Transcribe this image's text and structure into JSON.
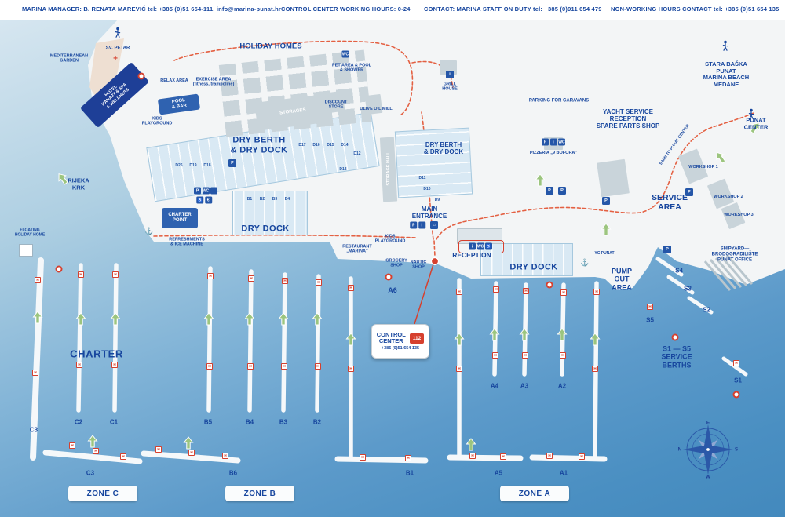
{
  "header": {
    "manager": "MARINA MANAGER: B. RENATA MAREVIĆ tel: +385 (0)51 654-111,  info@marina-punat.hr",
    "hours": "CONTROL CENTER WORKING HOURS: 0-24",
    "contact": "CONTACT: MARINA STAFF ON DUTY tel: +385 (0)911 654 479",
    "nonworking": "NON-WORKING HOURS CONTACT tel: +385 (0)51 654 135"
  },
  "map": {
    "labels": {
      "med_garden": "MEDITERRANEAN\nGARDEN",
      "sv_petar": "SV. PETAR",
      "holiday_homes": "HOLIDAY HOMES",
      "relax": "RELAX AREA",
      "exercise": "EXERCISE AREA\n(fitness, trampoline)",
      "pet_area": "PET AREA & POOL\n& SHOWER",
      "grill": "GRILL\nHOUSE",
      "hotel": "HOTEL\nKANAJT & SPA\n& WELLNESS",
      "pool_bar": "POOL\n& BAR",
      "kids1": "KIDS\nPLAYGROUND",
      "dry_berth1": "DRY BERTH\n& DRY DOCK",
      "discount": "DISCOUNT\nSTORE",
      "olive": "OLIVE OIL MILL",
      "storages": "STORAGES",
      "storage_hall": "STORAGE HALL",
      "dry_berth2": "DRY BERTH\n& DRY DOCK",
      "caravans": "PARKING FOR CARAVANS",
      "yacht_service": "YACHT SERVICE\nRECEPTION\nSPARE PARTS SHOP",
      "stara_baska": "STARA BAŠKA\nPUNAT\nMARINA BEACH\nMEDANE",
      "punat_center": "PUNAT\nCENTER",
      "pizzeria": "PIZZERIA „9 BOFORA”",
      "five_min": "5 MIN TO PUNAT CENTER",
      "ws1": "WORKSHOP 1",
      "ws2": "WORKSHOP 2",
      "ws3": "WORKSHOP 3",
      "service_area": "SERVICE\nAREA",
      "rijeka": "RIJEKA\nKRK",
      "charter_point": "CHARTER\nPOINT",
      "dry_dock1": "DRY DOCK",
      "floating": "FLOATING\nHOLIDAY HOME",
      "refreshments": "REFRESHMENTS\n& ICE MACHINE",
      "main_entrance": "MAIN\nENTRANCE",
      "kids2": "KIDS\nPLAYGROUND",
      "restaurant": "RESTAURANT\n„MARINA”",
      "grocery": "GROCERY\nSHOP",
      "nautic": "NAUTIC\nSHOP",
      "reception": "RECEPTION",
      "dry_dock2": "DRY DOCK",
      "pump_out": "PUMP\nOUT\nAREA",
      "yc": "YC PUNAT",
      "shipyard": "SHIPYARD—\nBRODOGRADILIŠTE\nPUNAT OFFICE",
      "charter": "CHARTER",
      "service_berths": "S1 — S5\nSERVICE\nBERTHS",
      "a6": "A6"
    },
    "piers": {
      "c3t": "C3",
      "c2": "C2",
      "c1": "C1",
      "b5": "B5",
      "b4": "B4",
      "b3": "B3",
      "b2": "B2",
      "c3b": "C3",
      "b6": "B6",
      "b1": "B1",
      "a4": "A4",
      "a3": "A3",
      "a2": "A2",
      "a5": "A5",
      "a1": "A1",
      "s1": "S1",
      "s2": "S2",
      "s3": "S3",
      "s4": "S4",
      "s5": "S5"
    },
    "slots": {
      "d26": "D26",
      "d19": "D19",
      "d18": "D18",
      "d17": "D17",
      "d16": "D16",
      "d15": "D15",
      "d14": "D14",
      "d13": "D13",
      "d12": "D12",
      "d11": "D11",
      "d10": "D10",
      "d9": "D9",
      "b1": "B1",
      "b2": "B2",
      "b3": "B3",
      "b4": "B4"
    },
    "zones": {
      "c": "ZONE C",
      "b": "ZONE B",
      "a": "ZONE A"
    },
    "control": {
      "title": "CONTROL\nCENTER",
      "badge": "112",
      "phone": "+385 (0)51 654 135"
    },
    "compass": {
      "top": "E",
      "right": "S",
      "bottom": "W",
      "left": "N"
    }
  },
  "symbols": {
    "hydrant": "H",
    "parking": "P",
    "info": "i",
    "wc": "WC",
    "access": "♿",
    "anchor": "⚓",
    "euro": "€",
    "house": "⌂",
    "cross": "+"
  },
  "colors": {
    "text_blue": "#17469e",
    "accent_red": "#d6402e",
    "arrow_green": "#9cc57f",
    "sea": "#4a8fc2",
    "land": "#f3f5f6",
    "building": "#c9d4da",
    "area_blue": "#d9e9f4",
    "navy": "#1e3f97"
  }
}
